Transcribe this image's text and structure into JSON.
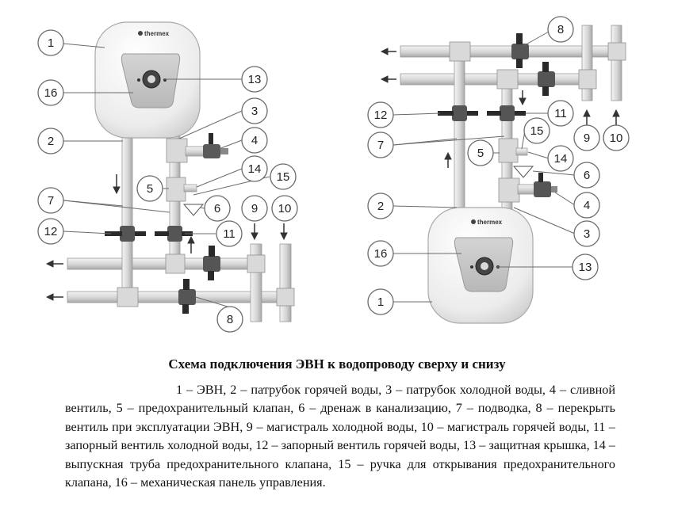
{
  "brand_label": "thermex",
  "callouts": {
    "left": {
      "c1": "1",
      "c16": "16",
      "c13": "13",
      "c2": "2",
      "c3": "3",
      "c4": "4",
      "c14": "14",
      "c5": "5",
      "c15": "15",
      "c6": "6",
      "c7": "7",
      "c9": "9",
      "c10": "10",
      "c12": "12",
      "c11": "11",
      "c8": "8"
    },
    "right": {
      "c8": "8",
      "c12": "12",
      "c11": "11",
      "c7": "7",
      "c15": "15",
      "c9": "9",
      "c10": "10",
      "c5": "5",
      "c14": "14",
      "c6": "6",
      "c2": "2",
      "c4": "4",
      "c3": "3",
      "c16": "16",
      "c13": "13",
      "c1": "1"
    }
  },
  "caption": {
    "title": "Схема подключения ЭВН к водопроводу сверху и снизу",
    "body": "1 – ЭВН,   2 – патрубок горячей воды,   3 – патрубок холодной воды,   4 – сливной вентиль,  5  –  предохранительный клапан,  6  –  дренаж в канализацию, 7 – подводка, 8 – перекрыть вентиль при эксплуатации ЭВН, 9 – магистраль холодной воды, 10 – магистраль горячей воды, 11 – запорный вентиль холодной воды, 12 – запорный вентиль горячей воды, 13 – защитная крышка, 14 – выпускная труба предохранительного клапана, 15 – ручка для открывания предохранительного клапана, 16 – механическая панель управления."
  },
  "colors": {
    "pipe_light": "#f2f2f2",
    "pipe_dark": "#b5b5b5",
    "valve_body": "#555555",
    "handle": "#2a2a2a"
  }
}
